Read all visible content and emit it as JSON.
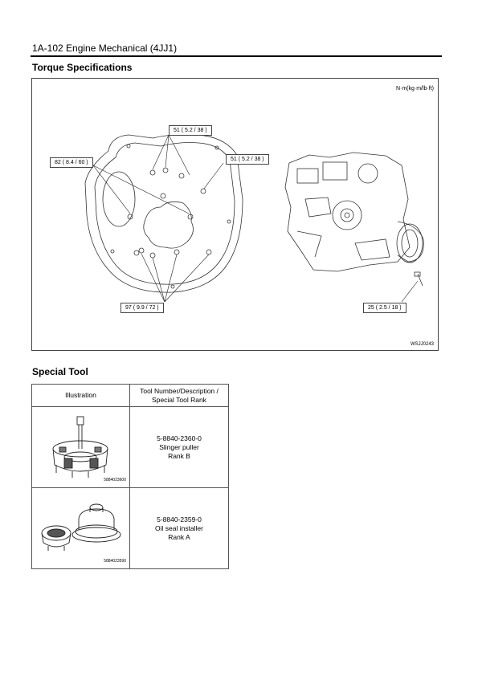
{
  "header": {
    "title": "1A-102 Engine Mechanical (4JJ1)"
  },
  "torque": {
    "title": "Torque Specifications",
    "units": "N·m(kg·m/lb·ft)",
    "figure_id": "WSJJ0243",
    "callouts": {
      "top": "51 ( 5.2 / 38 )",
      "right": "51 ( 5.2 / 38 )",
      "left": "82 ( 8.4 / 60 )",
      "bottom": "97 ( 9.9 / 72 )",
      "seal": "25 ( 2.5 / 18 )"
    }
  },
  "special_tool": {
    "title": "Special Tool",
    "headers": {
      "illustration": "Illustration",
      "desc_line1": "Tool Number/Description /",
      "desc_line2": "Special Tool Rank"
    },
    "rows": [
      {
        "image_code": "5884023600",
        "number": "5-8840-2360-0",
        "name": "Slinger puller",
        "rank": "Rank B"
      },
      {
        "image_code": "5884023590",
        "number": "5-8840-2359-0",
        "name": "Oil seal installer",
        "rank": "Rank A"
      }
    ]
  }
}
